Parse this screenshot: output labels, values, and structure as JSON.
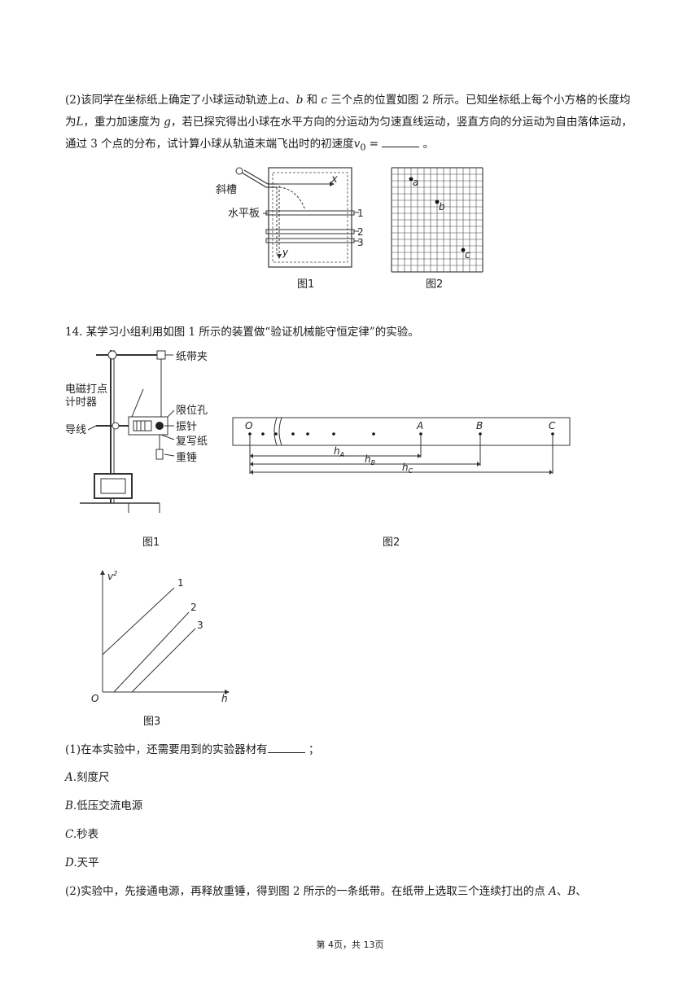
{
  "q13_part2": {
    "line1": "(2)该同学在坐标纸上确定了小球运动轨迹上",
    "pt_a": "a",
    "sep1": "、",
    "pt_b": "b",
    "sep2": " 和 ",
    "pt_c": "c",
    "line1_rest": " 三个点的位置如图 2 所示。已知坐标纸上每个小方格的长度均为",
    "var_L": "L",
    "mid1": "，重力加速度为 ",
    "var_g": "g",
    "mid2": "，若已探究得出小球在水平方向的分运动为匀速直线运动，竖直方向的分运动为自由落体运动，通过 3 个点的分布，试计算小球从轨道末端飞出时的初速度",
    "v0": "v",
    "v0_sub": "0",
    "eq": " = ",
    "end": " 。"
  },
  "fig_q13": {
    "label_chute": "斜槽",
    "label_board": "水平板",
    "axis_x": "x",
    "axis_y": "y",
    "n1": "1",
    "n2": "2",
    "n3": "3",
    "grid_a": "a",
    "grid_b": "b",
    "grid_c": "c",
    "caption1": "图1",
    "caption2": "图2"
  },
  "q14": {
    "intro": "14. 某学习小组利用如图 1 所示的装置做“验证机械能守恒定律”的实验。"
  },
  "fig_q14": {
    "tape_clip": "纸带夹",
    "timer1": "电磁打点",
    "timer2": "计时器",
    "limit_hole": "限位孔",
    "needle": "振针",
    "wire": "导线",
    "carbon": "复写纸",
    "weight": "重锤",
    "O": "O",
    "A": "A",
    "B": "B",
    "C": "C",
    "h": "h",
    "hA": "A",
    "hB": "B",
    "hC": "C",
    "caption1": "图1",
    "caption2": "图2",
    "graph_y": "v",
    "graph_y_sup": "2",
    "graph_x": "h",
    "graph_o": "O",
    "l1": "1",
    "l2": "2",
    "l3": "3",
    "caption3": "图3"
  },
  "q14_part1": {
    "stem": "(1)在本实验中，还需要用到的实验器材有",
    "end": " ；",
    "options": [
      {
        "letter": "A.",
        "text": "刻度尺"
      },
      {
        "letter": "B.",
        "text": "低压交流电源"
      },
      {
        "letter": "C.",
        "text": "秒表"
      },
      {
        "letter": "D.",
        "text": "天平"
      }
    ]
  },
  "q14_part2": {
    "text": "(2)实验中，先接通电源，再释放重锤，得到图 2 所示的一条纸带。在纸带上选取三个连续打出的点 ",
    "A": "A",
    "sep": "、",
    "B": "B",
    "end": "、"
  },
  "footer": "第 4页，共 13页"
}
